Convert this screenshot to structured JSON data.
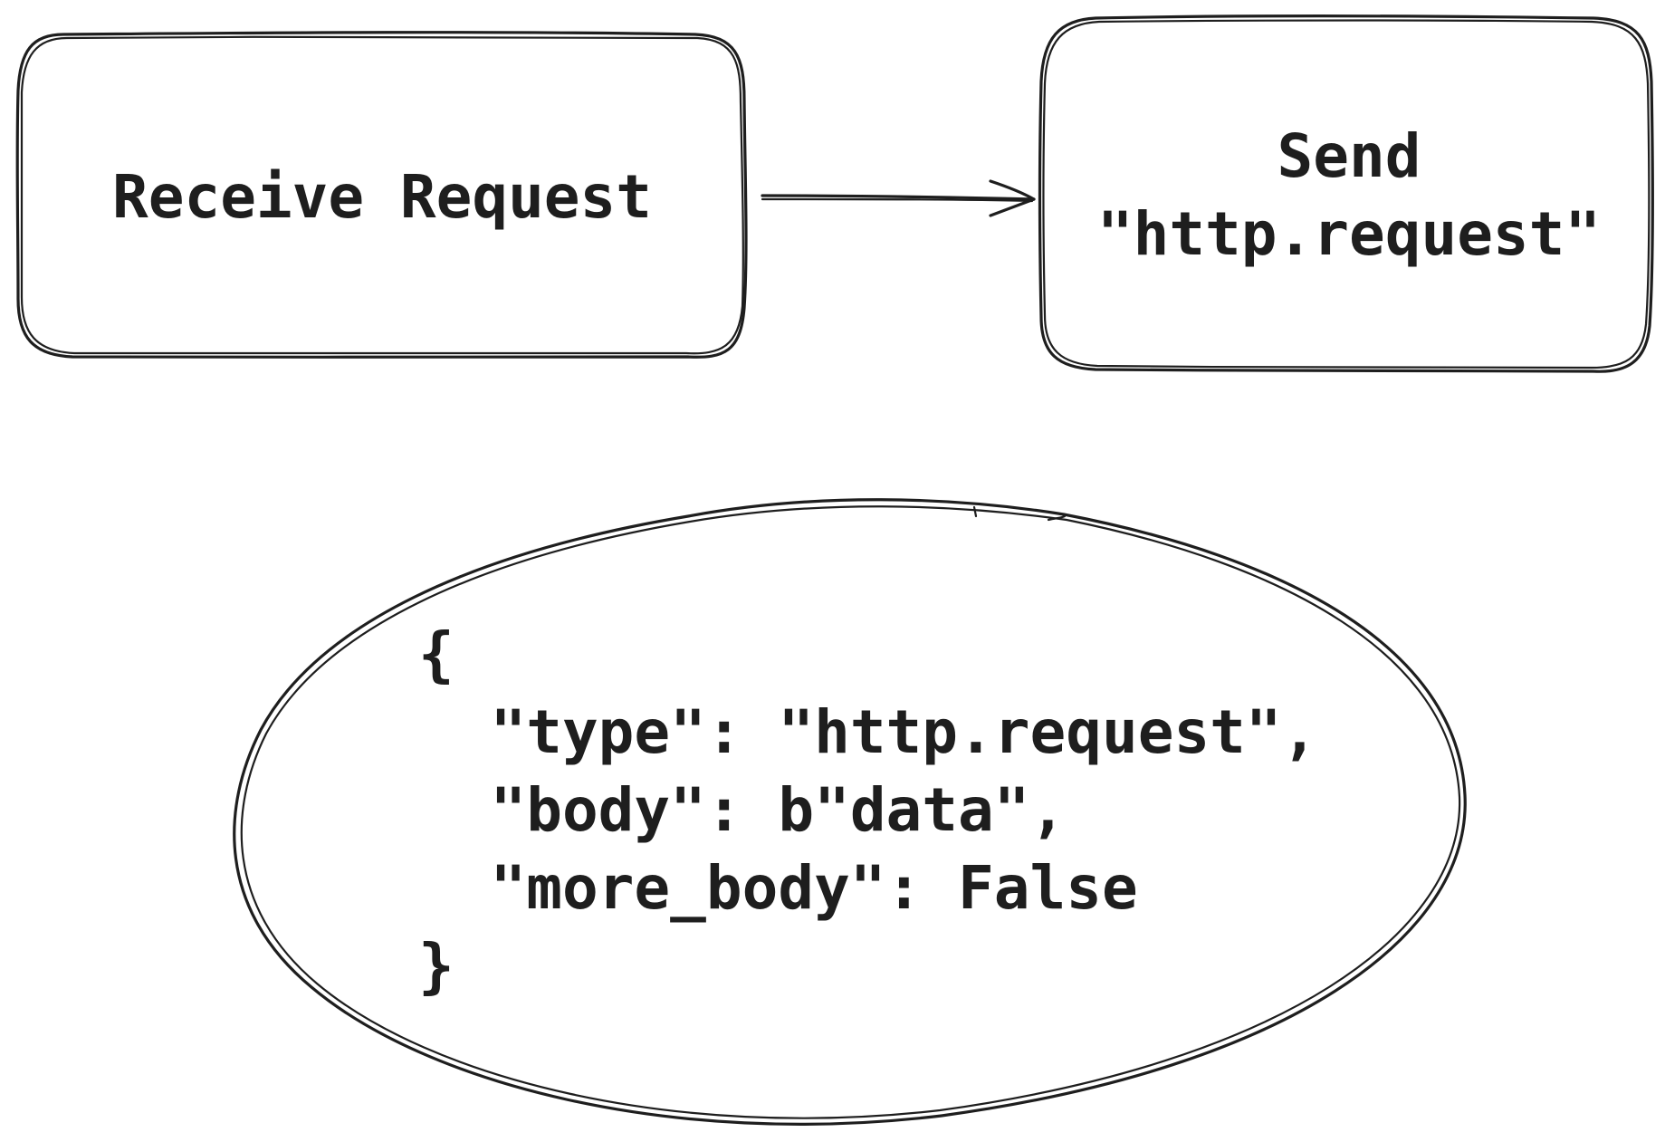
{
  "nodes": {
    "receive": {
      "label": "Receive Request"
    },
    "send": {
      "line1": "Send",
      "line2": "\"http.request\""
    }
  },
  "message": {
    "lines": [
      "{",
      "  \"type\": \"http.request\",",
      "  \"body\": b\"data\",",
      "  \"more_body\": False",
      "}"
    ]
  },
  "colors": {
    "stroke": "#1e1e1e",
    "background": "#ffffff"
  }
}
